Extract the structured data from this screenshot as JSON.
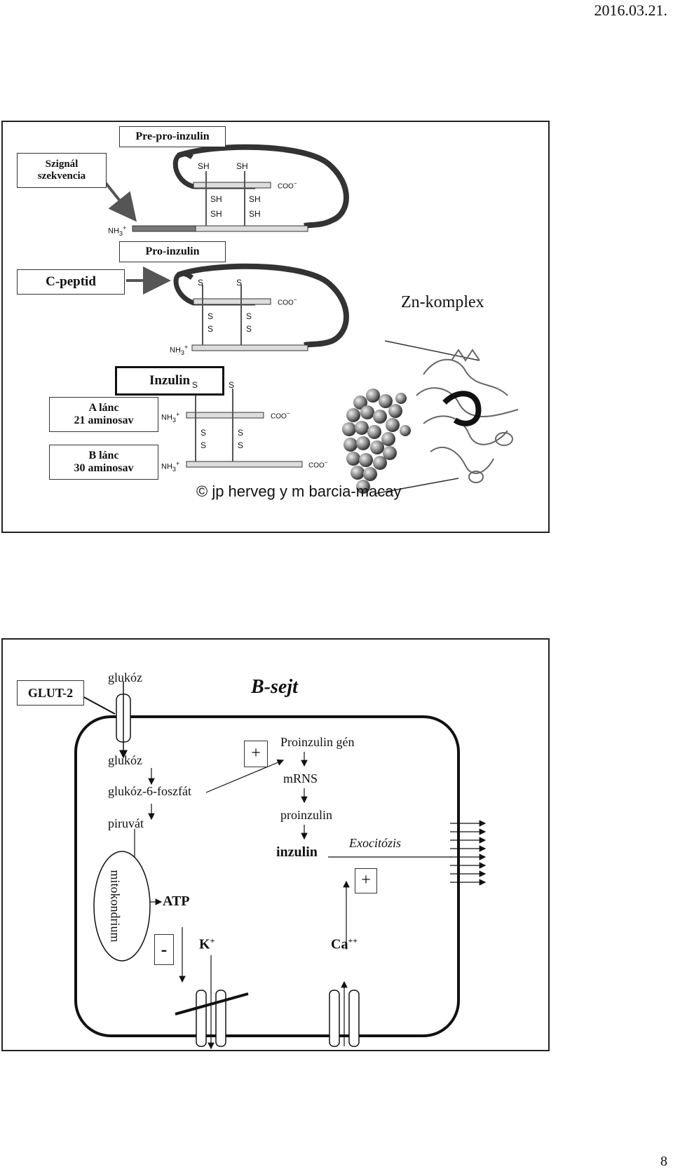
{
  "header": {
    "date": "2016.03.21."
  },
  "slide1": {
    "pre_pro_label": "Pre-pro-inzulin",
    "signal_label": "Szignál szekvencia",
    "signal_line1": "Szignál",
    "signal_line2": "szekvencia",
    "pro_label": "Pro-inzulin",
    "cpeptid_label": "C-peptid",
    "zn_label": "Zn-komplex",
    "inzulin_label": "Inzulin",
    "a_chain_line1": "A lánc",
    "a_chain_line2": "21 aminosav",
    "b_chain_line1": "B lánc",
    "b_chain_line2": "30 aminosav",
    "copyright": "© jp herveg y m barcia-macay",
    "chem": {
      "sh": "SH",
      "s": "S",
      "coo": "COO",
      "coo_sup": "−",
      "nh": "NH",
      "nh_sub": "3",
      "nh_sup": "+"
    }
  },
  "slide2": {
    "glut_label": "GLUT-2",
    "glucose_out": "glukóz",
    "cell_title": "B-sejt",
    "glucose_in": "glukóz",
    "g6p": "glukóz-6-foszfát",
    "pyruvate": "piruvát",
    "mito": "mitokondrium",
    "atp": "ATP",
    "minus": "-",
    "k": "K",
    "k_sup": "+",
    "plus1": "+",
    "gene": "Proinzulin gén",
    "mrna": "mRNS",
    "proinsulin": "proinzulin",
    "insulin": "inzulin",
    "exocytosis": "Exocitózis",
    "plus2": "+",
    "ca": "Ca",
    "ca_sup": "++"
  },
  "footer": {
    "page_number": "8"
  }
}
